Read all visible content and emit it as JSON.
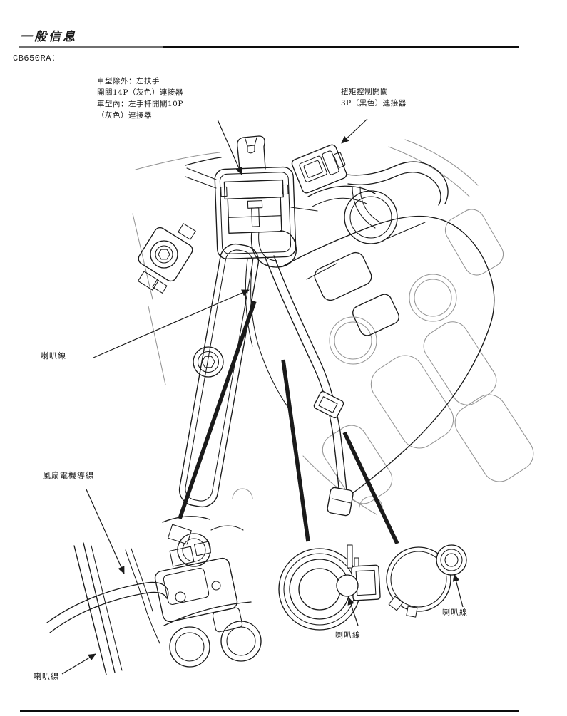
{
  "header": {
    "section_title": "一般信息",
    "model_code": "CB650RA："
  },
  "callouts": {
    "handlebar_switch": {
      "lines": [
        "車型除外：左扶手",
        "開關14P（灰色）連接器",
        "車型內：左手杆開關10P",
        "（灰色）連接器"
      ]
    },
    "torque_control_switch": {
      "lines": [
        "扭矩控制開關",
        "3P（黑色）連接器"
      ]
    },
    "horn_wire_left": "喇叭線",
    "fan_motor_lead": "風扇電機導線",
    "horn_wire_inset": "喇叭線",
    "horn_wire_horn": "喇叭線",
    "horn_wire_clamp": "喇叭線"
  },
  "colors": {
    "ink": "#1a1a1a",
    "faint": "#949494",
    "paper": "#ffffff"
  }
}
